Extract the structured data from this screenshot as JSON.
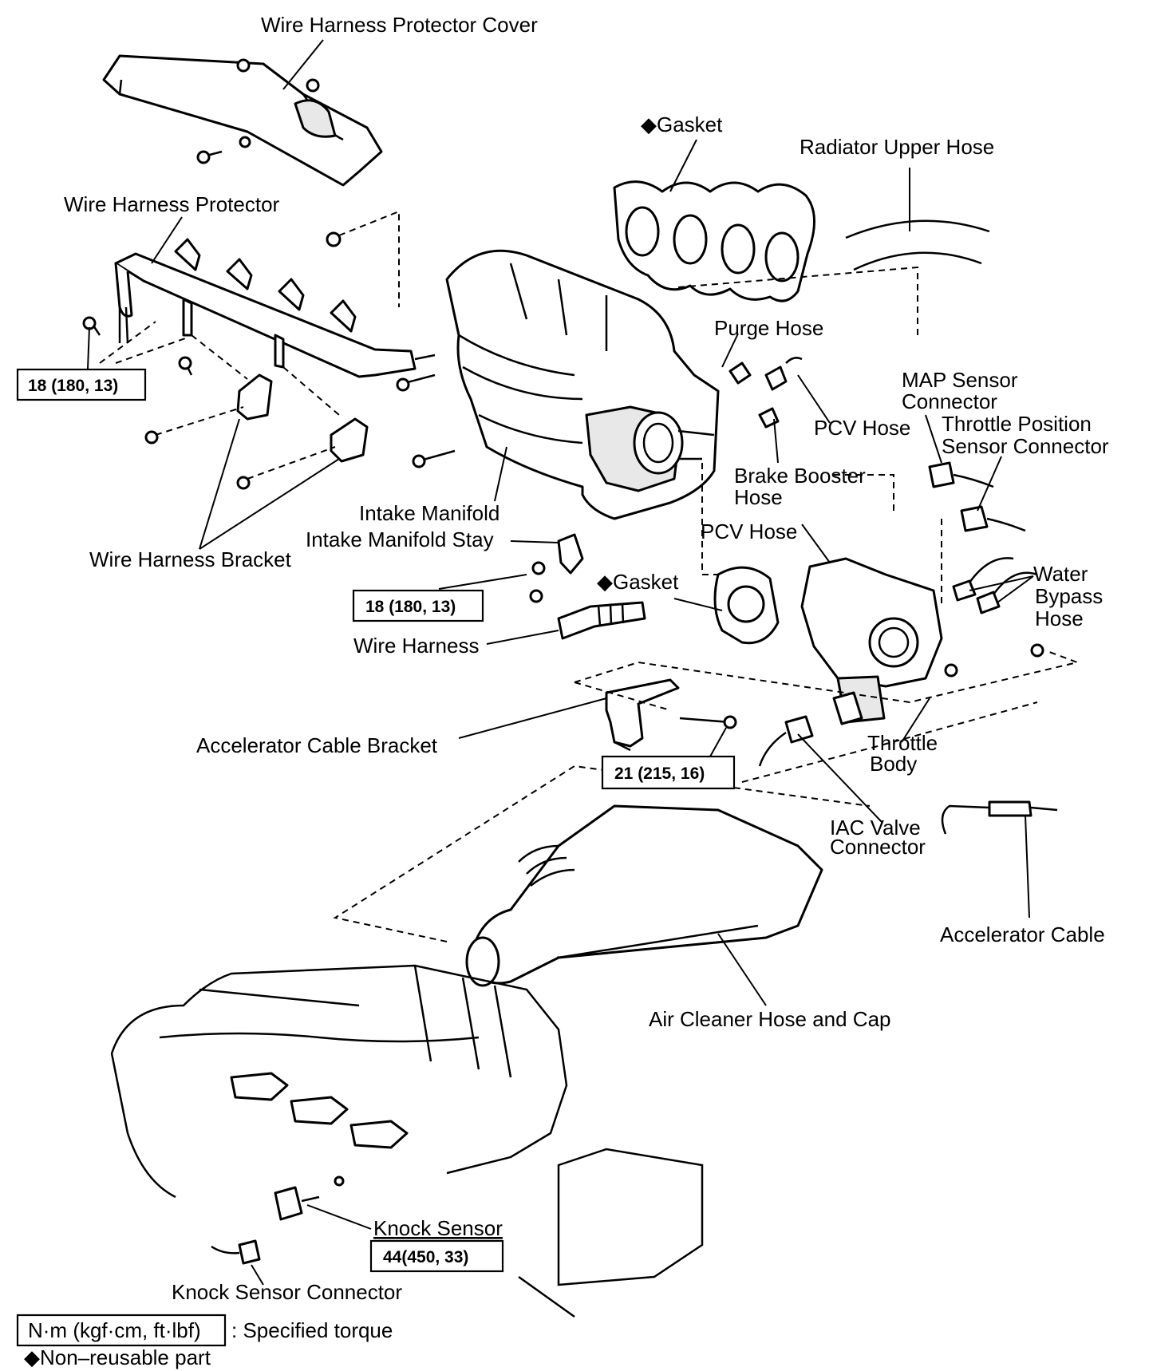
{
  "labels": {
    "wire_harness_protector_cover": "Wire Harness Protector Cover",
    "gasket_top": "◆Gasket",
    "radiator_upper_hose": "Radiator Upper Hose",
    "wire_harness_protector": "Wire Harness Protector",
    "purge_hose": "Purge Hose",
    "map_sensor_line1": "MAP Sensor",
    "map_sensor_line2": "Connector",
    "tps_line1": "Throttle Position",
    "tps_line2": "Sensor Connector",
    "pcv_hose_1": "PCV Hose",
    "brake_booster_line1": "Brake Booster",
    "brake_booster_line2": "Hose",
    "intake_manifold": "Intake Manifold",
    "intake_manifold_stay": "Intake Manifold Stay",
    "pcv_hose_2": "PCV Hose",
    "wire_harness_bracket": "Wire Harness Bracket",
    "water_bypass_line1": "Water",
    "water_bypass_line2": "Bypass",
    "water_bypass_line3": "Hose",
    "gasket_mid": "◆Gasket",
    "wire_harness": "Wire Harness",
    "accelerator_cable_bracket": "Accelerator Cable Bracket",
    "throttle_body_line1": "Throttle",
    "throttle_body_line2": "Body",
    "iac_valve_line1": "IAC Valve",
    "iac_valve_line2": "Connector",
    "accelerator_cable": "Accelerator Cable",
    "air_cleaner_hose_cap": "Air Cleaner Hose and Cap",
    "knock_sensor": "Knock Sensor",
    "knock_sensor_connector": "Knock Sensor Connector"
  },
  "torques": {
    "protector_bolt": "18 (180, 13)",
    "stay_bolt": "18 (180, 13)",
    "bracket_bolt": "21 (215, 16)",
    "knock_sensor": "44(450, 33)"
  },
  "legend": {
    "torque_unit_box": "N·m (kgf·cm, ft·lbf)",
    "torque_desc": ": Specified torque",
    "non_reusable": "◆Non–reusable part"
  }
}
